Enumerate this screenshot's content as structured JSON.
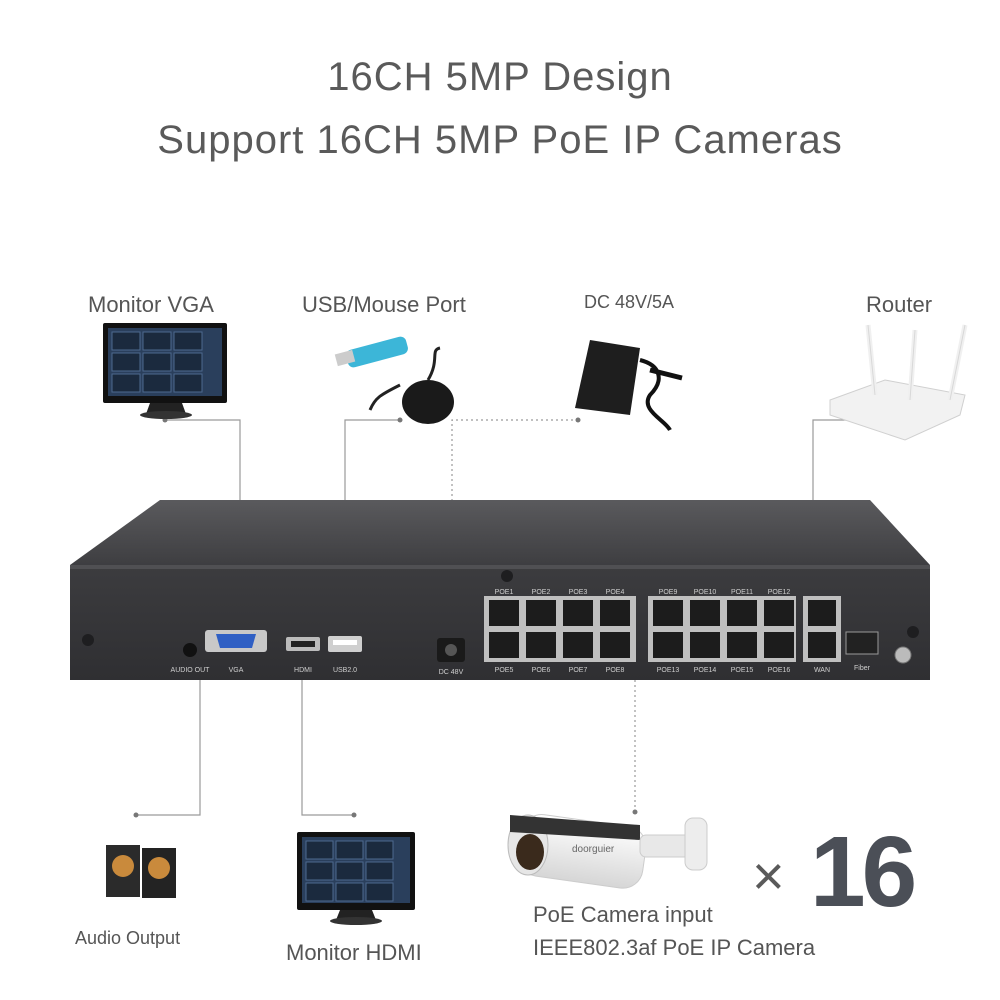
{
  "header": {
    "line1": "16CH 5MP Design",
    "line2": "Support 16CH 5MP PoE IP Cameras"
  },
  "labels": {
    "monitor_vga": "Monitor VGA",
    "usb_mouse": "USB/Mouse Port",
    "dc_power": "DC 48V/5A",
    "router": "Router",
    "audio_output": "Audio Output",
    "monitor_hdmi": "Monitor HDMI",
    "poe_camera_line1": "PoE Camera input",
    "poe_camera_line2": "IEEE802.3af PoE IP Camera",
    "camera_count": "16",
    "camera_multiplier": "×"
  },
  "panel_labels": {
    "audio_out": "AUDIO OUT",
    "vga": "VGA",
    "hdmi": "HDMI",
    "usb": "USB2.0",
    "dc": "DC 48V",
    "wan": "WAN",
    "fiber": "Fiber",
    "poe_top": [
      "POE1",
      "POE2",
      "POE3",
      "POE4",
      "POE9",
      "POE10",
      "POE11",
      "POE12"
    ],
    "poe_bottom": [
      "POE5",
      "POE6",
      "POE7",
      "POE8",
      "POE13",
      "POE14",
      "POE15",
      "POE16"
    ]
  },
  "camera_brand": "doorguier",
  "colors": {
    "device": "#3a3a3c",
    "device_top": "#4a4a4c",
    "line": "#9a9a9a",
    "text": "#555555",
    "count": "#4b4f57"
  }
}
